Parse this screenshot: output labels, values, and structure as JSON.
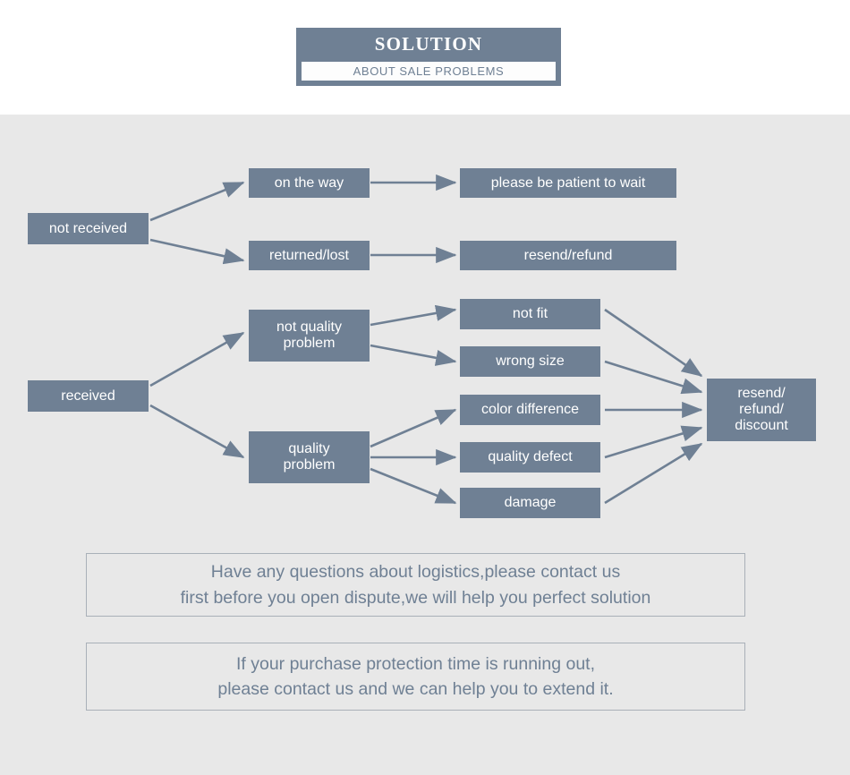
{
  "header": {
    "title": "SOLUTION",
    "subtitle": "ABOUT SALE PROBLEMS"
  },
  "colors": {
    "node_fill": "#6f8094",
    "node_text": "#ffffff",
    "canvas_bg": "#e8e8e8",
    "page_bg": "#ffffff",
    "arrow": "#6f8094",
    "notice_border": "#a9b0b8",
    "notice_text": "#6f8094"
  },
  "chart_data": {
    "type": "diagram",
    "title": "SOLUTION — ABOUT SALE PROBLEMS",
    "nodes": [
      {
        "id": "not_received",
        "label": "not received",
        "column": 0
      },
      {
        "id": "received",
        "label": "received",
        "column": 0
      },
      {
        "id": "on_the_way",
        "label": "on the way",
        "column": 1
      },
      {
        "id": "returned_lost",
        "label": "returned/lost",
        "column": 1
      },
      {
        "id": "not_quality",
        "label": "not quality\nproblem",
        "column": 1
      },
      {
        "id": "quality",
        "label": "quality\nproblem",
        "column": 1
      },
      {
        "id": "be_patient",
        "label": "please be patient to wait",
        "column": 2
      },
      {
        "id": "resend_refund",
        "label": "resend/refund",
        "column": 2
      },
      {
        "id": "not_fit",
        "label": "not fit",
        "column": 2
      },
      {
        "id": "wrong_size",
        "label": "wrong size",
        "column": 2
      },
      {
        "id": "color_diff",
        "label": "color difference",
        "column": 2
      },
      {
        "id": "quality_defect",
        "label": "quality defect",
        "column": 2
      },
      {
        "id": "damage",
        "label": "damage",
        "column": 2
      },
      {
        "id": "final",
        "label": "resend/\nrefund/\ndiscount",
        "column": 3
      }
    ],
    "edges": [
      {
        "from": "not_received",
        "to": "on_the_way"
      },
      {
        "from": "not_received",
        "to": "returned_lost"
      },
      {
        "from": "on_the_way",
        "to": "be_patient"
      },
      {
        "from": "returned_lost",
        "to": "resend_refund"
      },
      {
        "from": "received",
        "to": "not_quality"
      },
      {
        "from": "received",
        "to": "quality"
      },
      {
        "from": "not_quality",
        "to": "not_fit"
      },
      {
        "from": "not_quality",
        "to": "wrong_size"
      },
      {
        "from": "quality",
        "to": "color_diff"
      },
      {
        "from": "quality",
        "to": "quality_defect"
      },
      {
        "from": "quality",
        "to": "damage"
      },
      {
        "from": "not_fit",
        "to": "final"
      },
      {
        "from": "wrong_size",
        "to": "final"
      },
      {
        "from": "color_diff",
        "to": "final"
      },
      {
        "from": "quality_defect",
        "to": "final"
      },
      {
        "from": "damage",
        "to": "final"
      }
    ]
  },
  "flow": {
    "not_received": "not received",
    "received": "received",
    "on_the_way": "on the way",
    "returned_lost": "returned/lost",
    "not_quality_problem": "not quality\nproblem",
    "quality_problem": "quality\nproblem",
    "be_patient": "please be patient to wait",
    "resend_refund": "resend/refund",
    "not_fit": "not fit",
    "wrong_size": "wrong size",
    "color_difference": "color difference",
    "quality_defect": "quality defect",
    "damage": "damage",
    "final_outcome": "resend/\nrefund/\ndiscount"
  },
  "notices": [
    "Have any questions about logistics,please contact us\nfirst before you open dispute,we will help you perfect solution",
    "If your purchase protection time is running out,\nplease contact us and we can help you to extend it."
  ]
}
